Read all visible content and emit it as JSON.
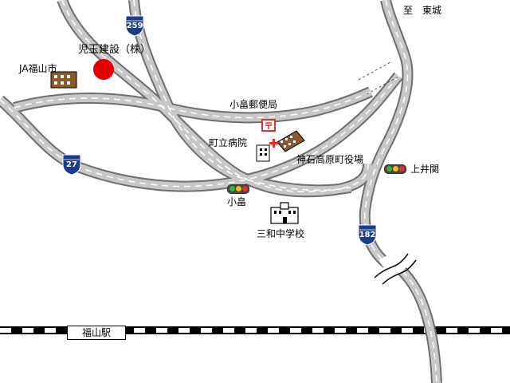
{
  "map": {
    "target_marker": {
      "label": "児玉建設（株）",
      "color": "#e00000"
    },
    "direction": "至　東城",
    "places": {
      "ja": "JA福山市",
      "post_office": "小畠郵便局",
      "hospital": "町立病院",
      "town_office": "神石高原町役場",
      "school": "三和中学校",
      "station": "福山駅"
    },
    "intersections": {
      "obatake": "小畠",
      "kamiizeki": "上井関"
    },
    "routes": [
      {
        "number": "259"
      },
      {
        "number": "27"
      },
      {
        "number": "182"
      }
    ],
    "colors": {
      "road_fill": "#c8c8c8",
      "road_edge": "#6e6e6e",
      "route_badge": "#1a3c8c",
      "post_office": "#e03030",
      "building": "#8b5a2b"
    }
  }
}
